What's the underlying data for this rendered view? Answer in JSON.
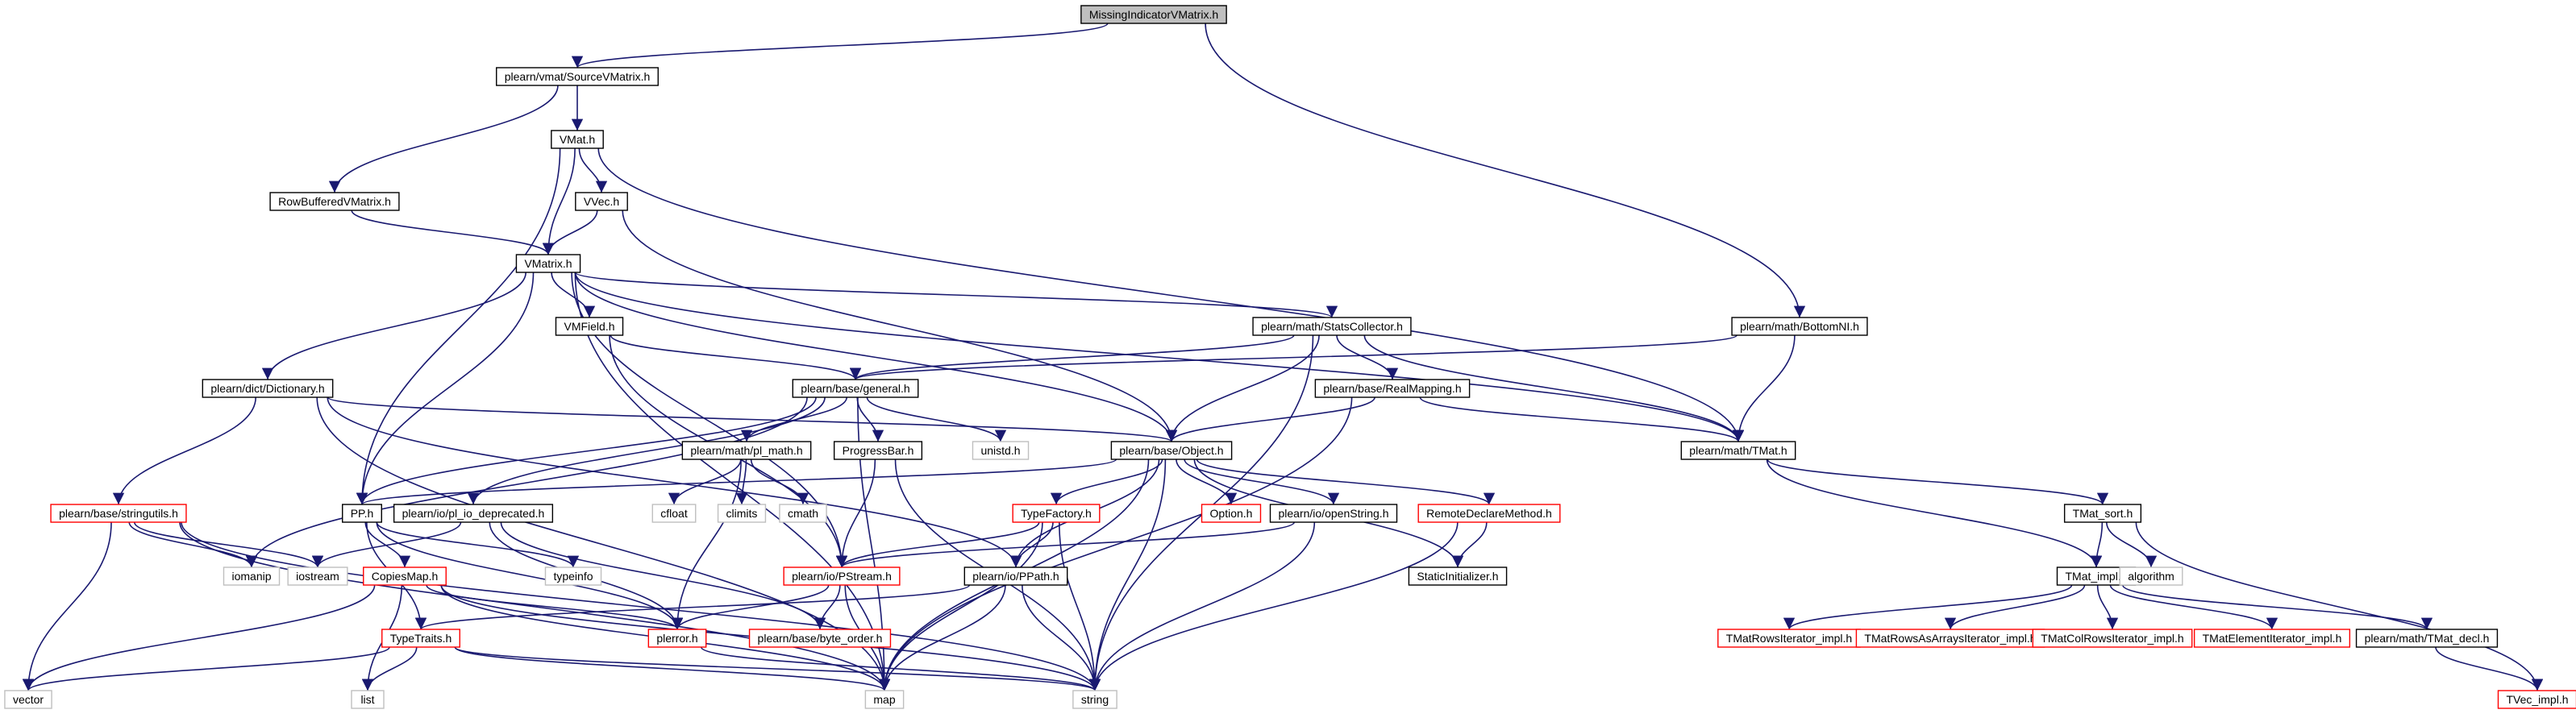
{
  "colors": {
    "root_fill": "#bfbfbf",
    "root_border": "#000000",
    "node_border": "#000000",
    "truncated_border": "#ff0000",
    "external_border": "#bfbfbf",
    "edge": "#191970"
  },
  "nodes": [
    {
      "id": "root",
      "label": "MissingIndicatorVMatrix.h",
      "kind": "root"
    },
    {
      "id": "sourcevmatrix",
      "label": "plearn/vmat/SourceVMatrix.h",
      "kind": "normal"
    },
    {
      "id": "vmat",
      "label": "VMat.h",
      "kind": "normal"
    },
    {
      "id": "rowbuffered",
      "label": "RowBufferedVMatrix.h",
      "kind": "normal"
    },
    {
      "id": "vvec",
      "label": "VVec.h",
      "kind": "normal"
    },
    {
      "id": "vmatrix",
      "label": "VMatrix.h",
      "kind": "normal"
    },
    {
      "id": "vmfield",
      "label": "VMField.h",
      "kind": "normal"
    },
    {
      "id": "statscollector",
      "label": "plearn/math/StatsCollector.h",
      "kind": "normal"
    },
    {
      "id": "bottomni",
      "label": "plearn/math/BottomNI.h",
      "kind": "normal"
    },
    {
      "id": "dictionary",
      "label": "plearn/dict/Dictionary.h",
      "kind": "normal"
    },
    {
      "id": "general",
      "label": "plearn/base/general.h",
      "kind": "normal"
    },
    {
      "id": "realmapping",
      "label": "plearn/base/RealMapping.h",
      "kind": "normal"
    },
    {
      "id": "plmath",
      "label": "plearn/math/pl_math.h",
      "kind": "normal"
    },
    {
      "id": "progressbar",
      "label": "ProgressBar.h",
      "kind": "normal"
    },
    {
      "id": "unistd",
      "label": "unistd.h",
      "kind": "external"
    },
    {
      "id": "object",
      "label": "plearn/base/Object.h",
      "kind": "normal"
    },
    {
      "id": "tmat",
      "label": "plearn/math/TMat.h",
      "kind": "normal"
    },
    {
      "id": "stringutils",
      "label": "plearn/base/stringutils.h",
      "kind": "truncated"
    },
    {
      "id": "pp",
      "label": "PP.h",
      "kind": "normal"
    },
    {
      "id": "pliodep",
      "label": "plearn/io/pl_io_deprecated.h",
      "kind": "normal"
    },
    {
      "id": "cfloat",
      "label": "cfloat",
      "kind": "external"
    },
    {
      "id": "climits",
      "label": "climits",
      "kind": "external"
    },
    {
      "id": "cmath",
      "label": "cmath",
      "kind": "external"
    },
    {
      "id": "typefactory",
      "label": "TypeFactory.h",
      "kind": "truncated"
    },
    {
      "id": "option",
      "label": "Option.h",
      "kind": "truncated"
    },
    {
      "id": "openstring",
      "label": "plearn/io/openString.h",
      "kind": "normal"
    },
    {
      "id": "remotedeclare",
      "label": "RemoteDeclareMethod.h",
      "kind": "truncated"
    },
    {
      "id": "tmatsort",
      "label": "TMat_sort.h",
      "kind": "normal"
    },
    {
      "id": "iomanip",
      "label": "iomanip",
      "kind": "external"
    },
    {
      "id": "iostream",
      "label": "iostream",
      "kind": "external"
    },
    {
      "id": "copiesmap",
      "label": "CopiesMap.h",
      "kind": "truncated"
    },
    {
      "id": "typeinfo",
      "label": "typeinfo",
      "kind": "external"
    },
    {
      "id": "pstream",
      "label": "plearn/io/PStream.h",
      "kind": "truncated"
    },
    {
      "id": "ppath",
      "label": "plearn/io/PPath.h",
      "kind": "normal"
    },
    {
      "id": "staticinit",
      "label": "StaticInitializer.h",
      "kind": "normal"
    },
    {
      "id": "tmatimpl",
      "label": "TMat_impl.h",
      "kind": "normal"
    },
    {
      "id": "algorithm",
      "label": "algorithm",
      "kind": "external"
    },
    {
      "id": "typetraits",
      "label": "TypeTraits.h",
      "kind": "truncated"
    },
    {
      "id": "plerror",
      "label": "plerror.h",
      "kind": "truncated"
    },
    {
      "id": "byteorder",
      "label": "plearn/base/byte_order.h",
      "kind": "truncated"
    },
    {
      "id": "rowsiter",
      "label": "TMatRowsIterator_impl.h",
      "kind": "truncated"
    },
    {
      "id": "rowsasarrays",
      "label": "TMatRowsAsArraysIterator_impl.h",
      "kind": "truncated"
    },
    {
      "id": "colrows",
      "label": "TMatColRowsIterator_impl.h",
      "kind": "truncated"
    },
    {
      "id": "elemiter",
      "label": "TMatElementIterator_impl.h",
      "kind": "truncated"
    },
    {
      "id": "tmatdecl",
      "label": "plearn/math/TMat_decl.h",
      "kind": "normal"
    },
    {
      "id": "vector",
      "label": "vector",
      "kind": "external"
    },
    {
      "id": "list",
      "label": "list",
      "kind": "external"
    },
    {
      "id": "map",
      "label": "map",
      "kind": "external"
    },
    {
      "id": "string",
      "label": "string",
      "kind": "external"
    },
    {
      "id": "tvecimpl",
      "label": "TVec_impl.h",
      "kind": "truncated"
    }
  ],
  "edges": [
    [
      "root",
      "sourcevmatrix"
    ],
    [
      "root",
      "bottomni"
    ],
    [
      "sourcevmatrix",
      "vmat"
    ],
    [
      "sourcevmatrix",
      "rowbuffered"
    ],
    [
      "vmat",
      "vvec"
    ],
    [
      "vmat",
      "vmatrix"
    ],
    [
      "vmat",
      "pp"
    ],
    [
      "vmat",
      "tmat"
    ],
    [
      "rowbuffered",
      "vmatrix"
    ],
    [
      "vvec",
      "vmatrix"
    ],
    [
      "vvec",
      "object"
    ],
    [
      "vmatrix",
      "vmfield"
    ],
    [
      "vmatrix",
      "statscollector"
    ],
    [
      "vmatrix",
      "dictionary"
    ],
    [
      "vmatrix",
      "object"
    ],
    [
      "vmatrix",
      "pp"
    ],
    [
      "vmatrix",
      "tmat"
    ],
    [
      "vmatrix",
      "map"
    ],
    [
      "vmatrix",
      "pstream"
    ],
    [
      "vmfield",
      "general"
    ],
    [
      "vmfield",
      "pstream"
    ],
    [
      "statscollector",
      "general"
    ],
    [
      "statscollector",
      "realmapping"
    ],
    [
      "statscollector",
      "object"
    ],
    [
      "statscollector",
      "tmat"
    ],
    [
      "statscollector",
      "string"
    ],
    [
      "bottomni",
      "general"
    ],
    [
      "bottomni",
      "tmat"
    ],
    [
      "dictionary",
      "stringutils"
    ],
    [
      "dictionary",
      "object"
    ],
    [
      "dictionary",
      "map"
    ],
    [
      "dictionary",
      "ppath"
    ],
    [
      "general",
      "plmath"
    ],
    [
      "general",
      "progressbar"
    ],
    [
      "general",
      "unistd"
    ],
    [
      "general",
      "map"
    ],
    [
      "general",
      "pliodep"
    ],
    [
      "general",
      "iomanip"
    ],
    [
      "general",
      "pp"
    ],
    [
      "realmapping",
      "object"
    ],
    [
      "realmapping",
      "tmat"
    ],
    [
      "realmapping",
      "map"
    ],
    [
      "plmath",
      "cfloat"
    ],
    [
      "plmath",
      "climits"
    ],
    [
      "plmath",
      "cmath"
    ],
    [
      "plmath",
      "plerror"
    ],
    [
      "progressbar",
      "pstream"
    ],
    [
      "progressbar",
      "string"
    ],
    [
      "object",
      "pp"
    ],
    [
      "object",
      "typefactory"
    ],
    [
      "object",
      "option"
    ],
    [
      "object",
      "openstring"
    ],
    [
      "object",
      "remotedeclare"
    ],
    [
      "object",
      "staticinit"
    ],
    [
      "object",
      "ppath"
    ],
    [
      "object",
      "map"
    ],
    [
      "object",
      "string"
    ],
    [
      "tmat",
      "tmatsort"
    ],
    [
      "tmat",
      "tmatimpl"
    ],
    [
      "stringutils",
      "iomanip"
    ],
    [
      "stringutils",
      "iostream"
    ],
    [
      "stringutils",
      "vector"
    ],
    [
      "stringutils",
      "map"
    ],
    [
      "stringutils",
      "string"
    ],
    [
      "pp",
      "copiesmap"
    ],
    [
      "pp",
      "typeinfo"
    ],
    [
      "pp",
      "typetraits"
    ],
    [
      "pp",
      "plerror"
    ],
    [
      "pliodep",
      "iostream"
    ],
    [
      "pliodep",
      "plerror"
    ],
    [
      "pliodep",
      "byteorder"
    ],
    [
      "typefactory",
      "pstream"
    ],
    [
      "typefactory",
      "ppath"
    ],
    [
      "typefactory",
      "map"
    ],
    [
      "typefactory",
      "string"
    ],
    [
      "openstring",
      "pstream"
    ],
    [
      "openstring",
      "string"
    ],
    [
      "remotedeclare",
      "staticinit"
    ],
    [
      "remotedeclare",
      "string"
    ],
    [
      "tmatsort",
      "tmatimpl"
    ],
    [
      "tmatsort",
      "algorithm"
    ],
    [
      "tmatsort",
      "tvecimpl"
    ],
    [
      "copiesmap",
      "plerror"
    ],
    [
      "copiesmap",
      "vector"
    ],
    [
      "copiesmap",
      "list"
    ],
    [
      "copiesmap",
      "map"
    ],
    [
      "copiesmap",
      "string"
    ],
    [
      "pstream",
      "plerror"
    ],
    [
      "pstream",
      "byteorder"
    ],
    [
      "pstream",
      "map"
    ],
    [
      "ppath",
      "typetraits"
    ],
    [
      "ppath",
      "map"
    ],
    [
      "ppath",
      "string"
    ],
    [
      "tmatimpl",
      "rowsiter"
    ],
    [
      "tmatimpl",
      "rowsasarrays"
    ],
    [
      "tmatimpl",
      "colrows"
    ],
    [
      "tmatimpl",
      "elemiter"
    ],
    [
      "tmatimpl",
      "tmatdecl"
    ],
    [
      "typetraits",
      "vector"
    ],
    [
      "typetraits",
      "list"
    ],
    [
      "typetraits",
      "map"
    ],
    [
      "typetraits",
      "string"
    ],
    [
      "plerror",
      "string"
    ],
    [
      "tmatdecl",
      "tvecimpl"
    ]
  ]
}
